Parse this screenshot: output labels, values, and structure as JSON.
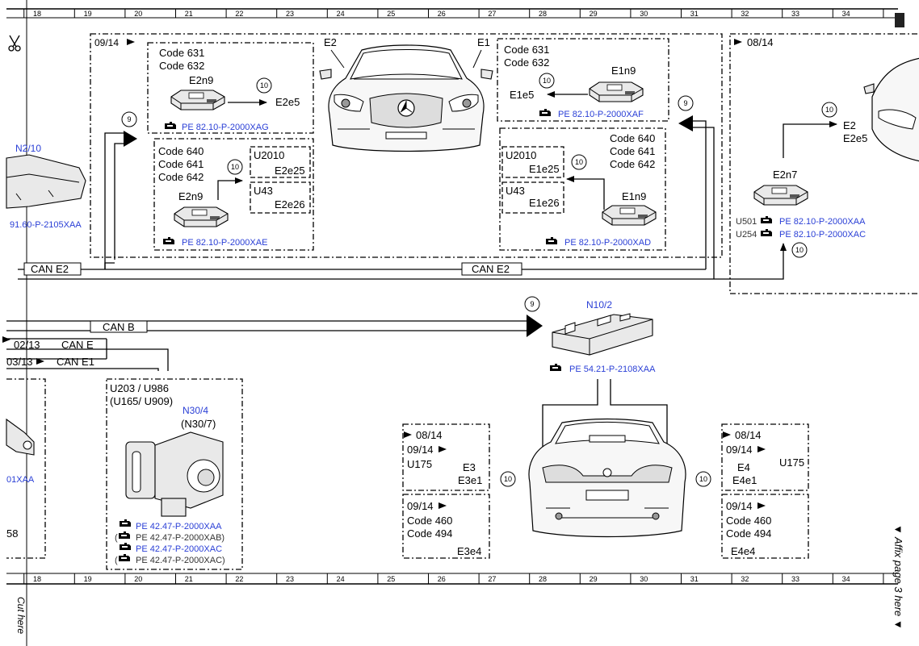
{
  "ruler": {
    "numbers": [
      "18",
      "19",
      "20",
      "21",
      "22",
      "23",
      "24",
      "25",
      "26",
      "27",
      "28",
      "29",
      "30",
      "31",
      "32",
      "33",
      "34"
    ]
  },
  "margin_text": {
    "cut_here": "Cut here",
    "affix": "▼ Affix page 3 here ▼"
  },
  "left_edge": {
    "n2_10": "N2/10",
    "n2_10_ref": "91.60-P-2105XAA",
    "ref_partial": "01XAA",
    "num_partial": "58",
    "code_0313": "03/13"
  },
  "top_group": {
    "date": "09/14",
    "e2": "E2",
    "e1": "E1",
    "box_e2n9_top": {
      "codes": [
        "Code 631",
        "Code 632"
      ],
      "device": "E2n9",
      "target": "E2e5",
      "circle": "10",
      "ref": "PE 82.10-P-2000XAG"
    },
    "box_e2n9_bottom": {
      "codes": [
        "Code 640",
        "Code 641",
        "Code 642"
      ],
      "device": "E2n9",
      "circle": "10",
      "u2010": "U2010",
      "e2e25": "E2e25",
      "u43": "U43",
      "e2e26": "E2e26",
      "ref": "PE 82.10-P-2000XAE"
    },
    "box_e1n9_top": {
      "codes": [
        "Code 631",
        "Code 632"
      ],
      "device": "E1n9",
      "target": "E1e5",
      "circle": "10",
      "ref": "PE 82.10-P-2000XAF"
    },
    "box_e1n9_bottom": {
      "codes": [
        "Code 640",
        "Code 641",
        "Code 642"
      ],
      "device": "E1n9",
      "circle": "10",
      "u2010": "U2010",
      "e1e25": "E1e25",
      "u43": "U43",
      "e1e26": "E1e26",
      "ref": "PE 82.10-P-2000XAD"
    },
    "circle_left": "9",
    "circle_right": "9",
    "can_e2_left": "CAN E2",
    "can_e2_mid": "CAN E2"
  },
  "right_group": {
    "date": "08/14",
    "device": "E2n7",
    "targets": [
      "E2",
      "E2e5"
    ],
    "circle_top": "10",
    "circle_bottom": "10",
    "refs": [
      {
        "code": "U501",
        "ref": "PE 82.10-P-2000XAA"
      },
      {
        "code": "U254",
        "ref": "PE 82.10-P-2000XAC"
      }
    ]
  },
  "middle": {
    "can_b": "CAN B",
    "can_e": "CAN E",
    "can_e1": "CAN E1",
    "code_0213": "02/13",
    "circle": "9",
    "n10_2": "N10/2",
    "n10_2_ref": "PE 54.21-P-2108XAA"
  },
  "n30_box": {
    "codes1": "U203 / U986",
    "codes2": "(U165/ U909)",
    "name": "N30/4",
    "alt": "(N30/7)",
    "refs": [
      {
        "text": "PE 42.47-P-2000XAA",
        "paren": false
      },
      {
        "text": "PE 42.47-P-2000XAB)",
        "paren": true
      },
      {
        "text": "PE 42.47-P-2000XAC",
        "paren": false
      },
      {
        "text": "PE 42.47-P-2000XAC)",
        "paren": true
      }
    ]
  },
  "rear_left": {
    "top": {
      "date1": "08/14",
      "date2": "09/14",
      "code": "U175",
      "e": "E3",
      "e1": "E3e1"
    },
    "bottom": {
      "date": "09/14",
      "codes": [
        "Code 460",
        "Code 494"
      ],
      "e": "E3e4"
    },
    "circle": "10"
  },
  "rear_right": {
    "top": {
      "date1": "08/14",
      "date2": "09/14",
      "code": "U175",
      "e": "E4",
      "e1": "E4e1"
    },
    "bottom": {
      "date": "09/14",
      "codes": [
        "Code 460",
        "Code 494"
      ],
      "e": "E4e4"
    },
    "circle": "10"
  },
  "colors": {
    "link": "#2a3fd6",
    "line": "#000000"
  }
}
